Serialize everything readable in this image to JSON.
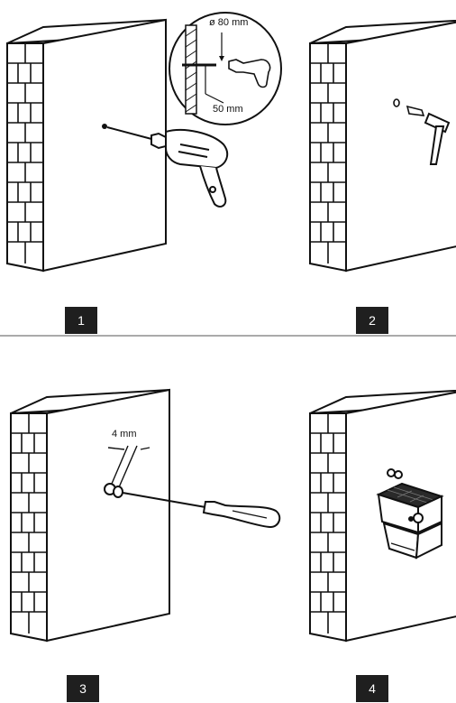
{
  "steps": [
    {
      "number": "1"
    },
    {
      "number": "2"
    },
    {
      "number": "3"
    },
    {
      "number": "4"
    }
  ],
  "annotations": {
    "hole_diameter": "ø 80 mm",
    "hole_depth": "50 mm",
    "screw_gap": "4 mm"
  }
}
